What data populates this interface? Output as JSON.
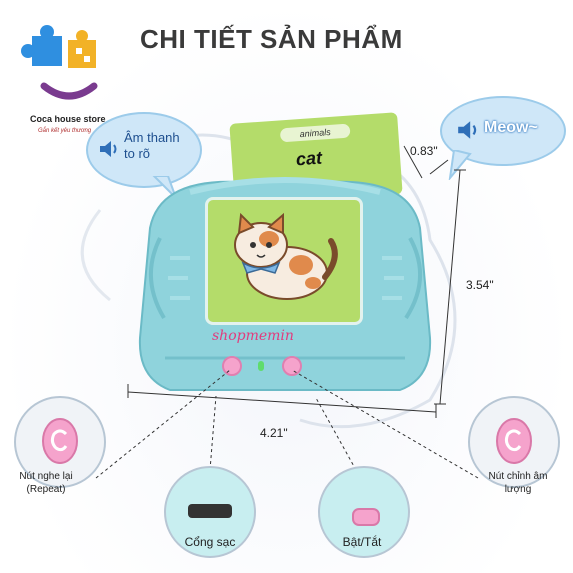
{
  "header": {
    "title": "CHI TIẾT SẢN PHẨM",
    "store_name": "Coca house store",
    "store_tagline": "Gắn kết yêu thương"
  },
  "bubbles": {
    "left_text": "Âm thanh to rõ",
    "right_text": "Meow~"
  },
  "card": {
    "category": "animals",
    "word": "cat"
  },
  "watermark": "shopmemin",
  "dimensions": {
    "card_depth": "0.83\"",
    "height": "3.54\"",
    "width": "4.21\""
  },
  "callouts": {
    "repeat": "Nút nghe lại (Repeat)",
    "volume": "Nút chỉnh âm lượng",
    "charge_port": "Cổng sạc",
    "power": "Bật/Tắt"
  },
  "colors": {
    "device_body": "#8fd3dc",
    "card_green": "#b4dc6a",
    "button_pink": "#f5a3cc",
    "bubble": "#cfe7f8"
  },
  "icons": [
    "puzzle-logo-icon",
    "speaker-icon",
    "cat-illustration",
    "replay-icon"
  ]
}
